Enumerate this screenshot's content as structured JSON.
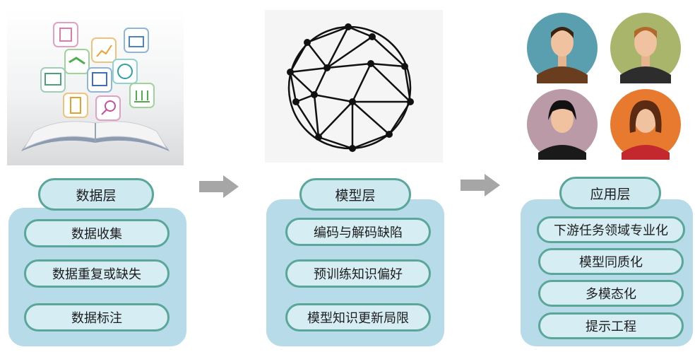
{
  "columns": [
    {
      "title": "数据层",
      "items": [
        "数据收集",
        "数据重复或缺失",
        "数据标注"
      ]
    },
    {
      "title": "模型层",
      "items": [
        "编码与解码缺陷",
        "预训练知识偏好",
        "模型知识更新局限"
      ]
    },
    {
      "title": "应用层",
      "items": [
        "下游任务领域专业化",
        "模型同质化",
        "多模态化",
        "提示工程"
      ]
    }
  ],
  "colors": {
    "pill_border": "#5aa79a",
    "box_fill": "#b7dbe8",
    "pill_fill": "#d6edf4",
    "arrow": "#a6a6a6"
  }
}
